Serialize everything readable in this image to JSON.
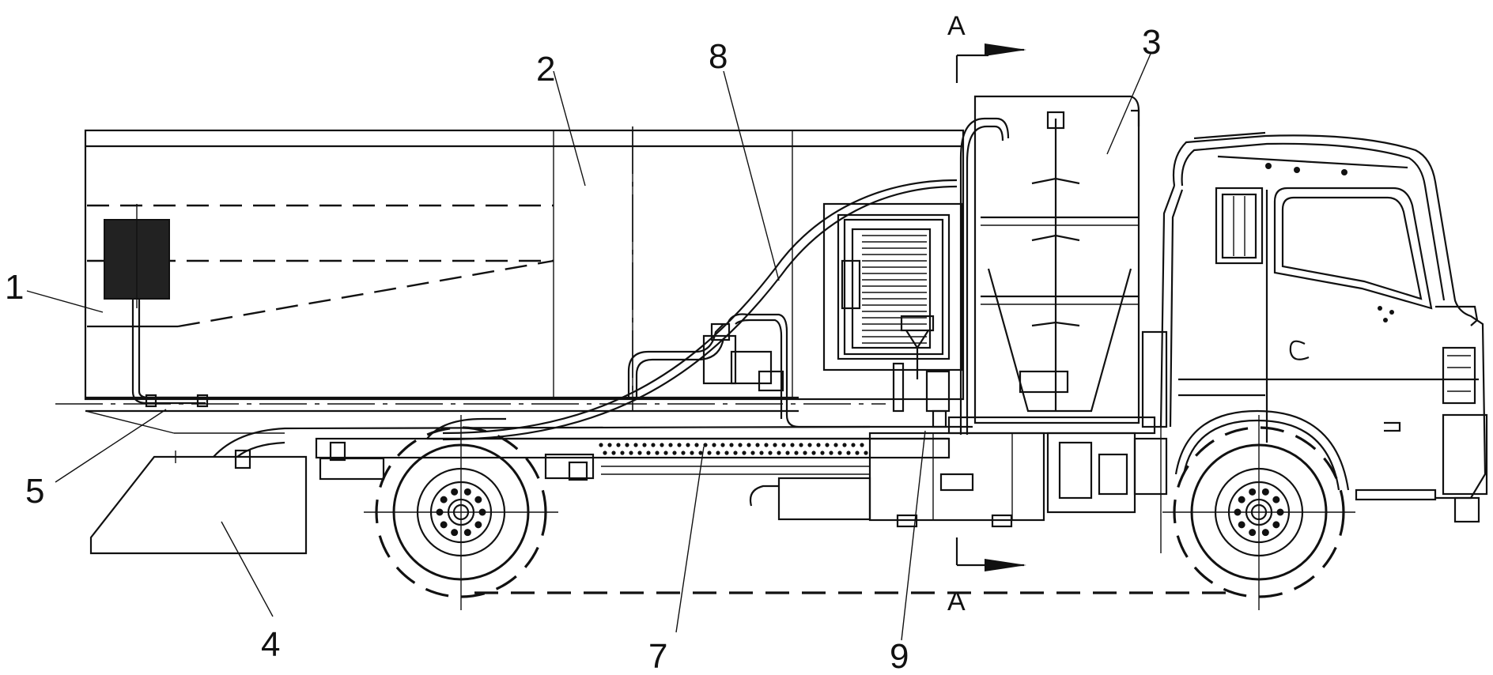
{
  "labels": {
    "l1": "1",
    "l2": "2",
    "l3": "3",
    "l4": "4",
    "l5": "5",
    "l7": "7",
    "l8": "8",
    "l9": "9"
  },
  "section_marks": {
    "top": "A",
    "bottom": "A"
  }
}
